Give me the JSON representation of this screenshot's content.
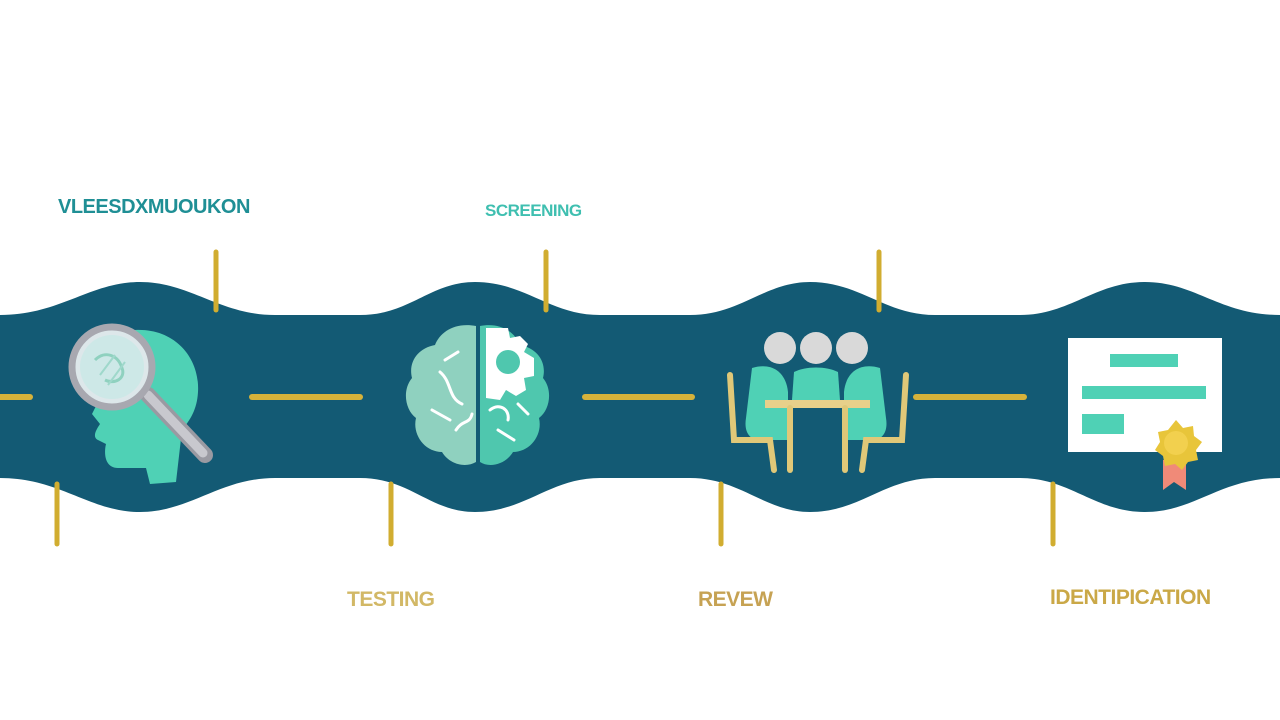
{
  "stages": [
    {
      "label": "VLEESDXMUOUKON",
      "icon": "head-magnifier-icon"
    },
    {
      "label": "SCREENING",
      "icon": "brain-gear-icon"
    },
    {
      "label": "TESTING",
      "icon": ""
    },
    {
      "label": "REVEW",
      "icon": "team-table-icon"
    },
    {
      "label": "IDENTIPICATION",
      "icon": "certificate-icon"
    }
  ],
  "colors": {
    "band": "#135a74",
    "connector": "#d6b23a",
    "teal": "#4fd1b5",
    "mint": "#8fd1bf",
    "grey": "#b5b5bd",
    "peach": "#f08a78"
  }
}
